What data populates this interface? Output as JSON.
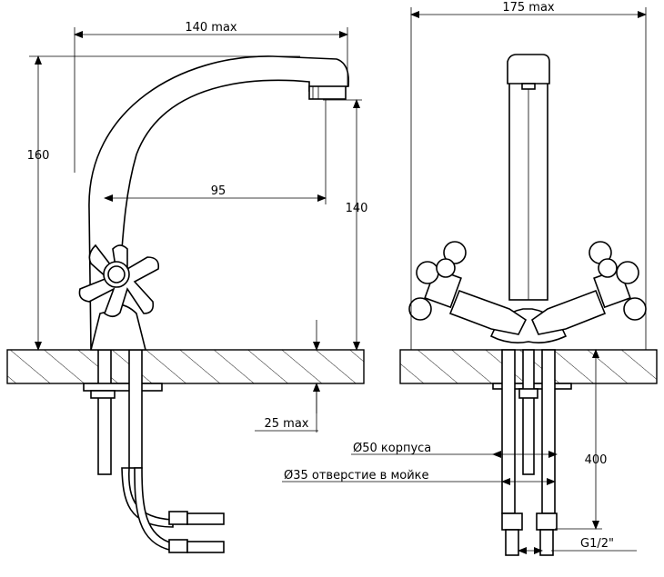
{
  "dimensions": {
    "side_width": "140 max",
    "front_width": "175 max",
    "height_total": "160",
    "height_spout": "140",
    "reach": "95",
    "counter_thickness": "25 max",
    "body_diameter": "Ø50 корпуса",
    "hole_diameter": "Ø35 отверстие в мойке",
    "hose_length": "400",
    "thread": "G1/2\""
  }
}
